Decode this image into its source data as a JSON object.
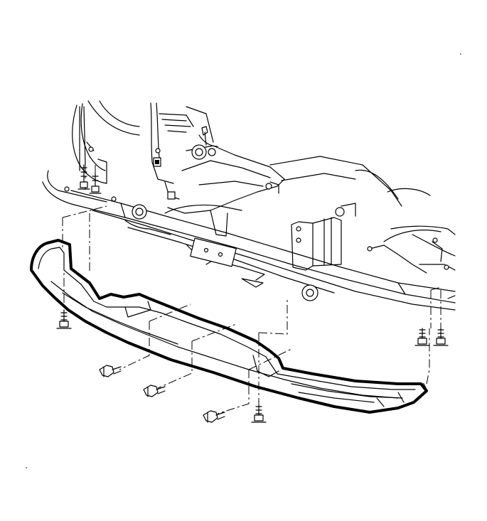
{
  "diagram": {
    "style": "line-art exploded view",
    "colors": {
      "ink": "#000000",
      "paper": "#ffffff"
    },
    "fasteners": [
      {
        "name": "bolt-upper-left-1"
      },
      {
        "name": "bolt-upper-left-2"
      },
      {
        "name": "bolt-lower-left"
      },
      {
        "name": "push-pin-1"
      },
      {
        "name": "push-pin-2"
      },
      {
        "name": "push-pin-3"
      },
      {
        "name": "bolt-center-bottom"
      },
      {
        "name": "bolt-right-1"
      },
      {
        "name": "bolt-right-2"
      }
    ]
  }
}
